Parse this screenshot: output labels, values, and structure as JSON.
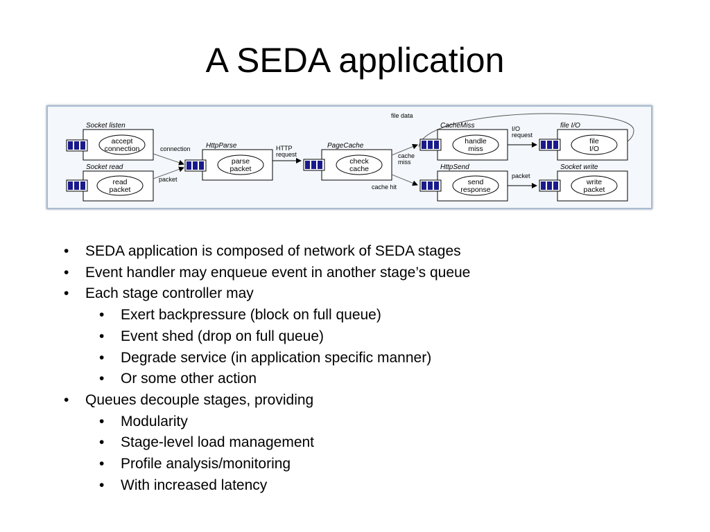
{
  "slide": {
    "title": "A SEDA application"
  },
  "diagram": {
    "stages": {
      "socket_listen": {
        "label": "Socket listen",
        "handler_line1": "accept",
        "handler_line2": "connection"
      },
      "socket_read": {
        "label": "Socket read",
        "handler_line1": "read",
        "handler_line2": "packet"
      },
      "http_parse": {
        "label": "HttpParse",
        "handler_line1": "parse",
        "handler_line2": "packet"
      },
      "page_cache": {
        "label": "PageCache",
        "handler_line1": "check",
        "handler_line2": "cache"
      },
      "cache_miss": {
        "label": "CacheMiss",
        "handler_line1": "handle",
        "handler_line2": "miss"
      },
      "http_send": {
        "label": "HttpSend",
        "handler_line1": "send",
        "handler_line2": "response"
      },
      "file_io": {
        "label": "file I/O",
        "handler_line1": "file",
        "handler_line2": "I/O"
      },
      "socket_write": {
        "label": "Socket write",
        "handler_line1": "write",
        "handler_line2": "packet"
      }
    },
    "edges": {
      "connection": "connection",
      "packet_read": "packet",
      "http_request_1": "HTTP",
      "http_request_2": "request",
      "cache_miss_1": "cache",
      "cache_miss_2": "miss",
      "cache_hit": "cache hit",
      "io_request_1": "I/O",
      "io_request_2": "request",
      "packet_send": "packet",
      "file_data": "file data"
    }
  },
  "bullets": [
    {
      "level": 1,
      "marker": "•",
      "text": "SEDA application is composed of network of SEDA stages"
    },
    {
      "level": 1,
      "marker": "•",
      "text": "Event handler may enqueue event in another stage’s queue"
    },
    {
      "level": 1,
      "marker": "•",
      "text": "Each stage controller may"
    },
    {
      "level": 2,
      "marker": "•",
      "text": "Exert backpressure (block on full queue)"
    },
    {
      "level": 2,
      "marker": "•",
      "text": "Event shed (drop on full queue)"
    },
    {
      "level": 2,
      "marker": "•",
      "text": "Degrade service (in application specific manner)"
    },
    {
      "level": 2,
      "marker": "•",
      "text": "Or some other action"
    },
    {
      "level": 1,
      "marker": "•",
      "text": "Queues decouple stages, providing"
    },
    {
      "level": 2,
      "marker": "•",
      "text": "Modularity"
    },
    {
      "level": 2,
      "marker": "•",
      "text": "Stage-level load management"
    },
    {
      "level": 2,
      "marker": "•",
      "text": "Profile analysis/monitoring"
    },
    {
      "level": 2,
      "marker": "•",
      "text": "With increased latency"
    }
  ],
  "colors": {
    "queue_fill": "#1a1a8c",
    "frame_border": "#a9bbd0",
    "frame_background": "#f4f7fb"
  }
}
